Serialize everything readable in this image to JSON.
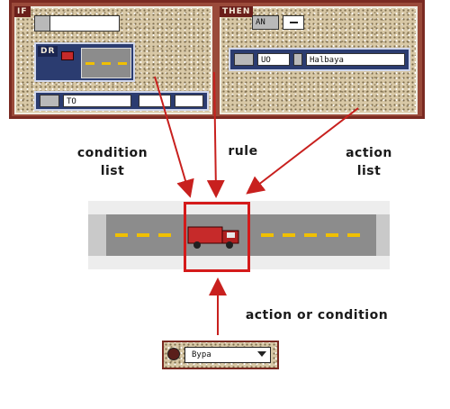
{
  "labels": {
    "condition": [
      "condition",
      "list"
    ],
    "rule": "rule",
    "action": [
      "action",
      "list"
    ],
    "action_or_condition": "action or condition"
  },
  "rule_panel": {
    "left_tag": "IF",
    "right_tag": "THEN",
    "left_slot2_tag": "DR",
    "left_slot3_text": "TO",
    "right_slot1_text": "AN",
    "right_slot2_text1": "UO",
    "right_slot2_text2": "Halbaya"
  },
  "selector": {
    "value": "Bypa"
  },
  "colors": {
    "arrow": "#c8201e",
    "highlight": "#d41a1a",
    "truck": "#c62a2a",
    "lane_marking": "#f0c000"
  }
}
